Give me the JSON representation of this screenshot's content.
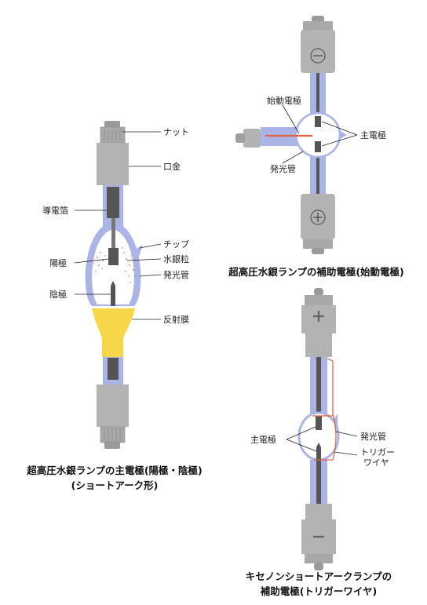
{
  "diagram1": {
    "labels": {
      "nut": "ナット",
      "base": "口金",
      "foil": "導電箔",
      "tip": "チップ",
      "anode": "陽極",
      "mercury": "水銀粒",
      "tube": "発光管",
      "cathode": "陰極",
      "reflector": "反射膜"
    },
    "caption_line1": "超高圧水銀ランプの主電極(陽極・陰極)",
    "caption_line2": "(ショートアーク形)"
  },
  "diagram2": {
    "labels": {
      "starter": "始動電極",
      "main": "主電極",
      "tube": "発光管"
    },
    "caption": "超高圧水銀ランプの補助電極(始動電極)"
  },
  "diagram3": {
    "labels": {
      "main": "主電極",
      "tube": "発光管",
      "trigger1": "トリガー",
      "trigger2": "ワイヤ"
    },
    "caption_line1": "キセノンショートアークランプの",
    "caption_line2": "補助電極(トリガーワイヤ)"
  },
  "colors": {
    "glass": "#aab4e6",
    "glass_edge": "#8a95d6",
    "metal": "#b3b3b3",
    "metal_dark": "#555555",
    "reflector": "#f7d64a",
    "trigger": "#e06040"
  }
}
